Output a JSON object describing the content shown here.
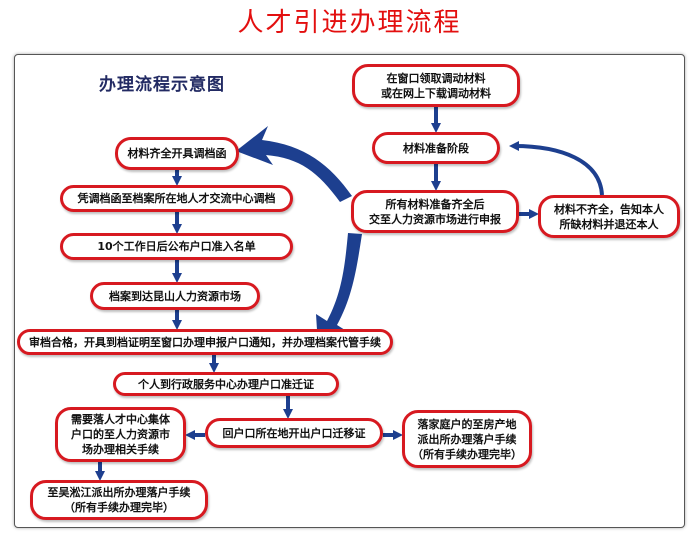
{
  "header": {
    "title": "人才引进办理流程"
  },
  "diagram": {
    "subtitle": "办理流程示意图",
    "nodes": {
      "n1": "在窗口领取调动材料\n或在网上下载调动材料",
      "n2": "材料准备阶段",
      "n3": "所有材料准备齐全后\n交至人力资源市场进行申报",
      "n4": "材料不齐全，告知本人\n所缺材料并退还本人",
      "n5": "材料齐全开具调档函",
      "n6": "凭调档函至档案所在地人才交流中心调档",
      "n7": "10个工作日后公布户口准入名单",
      "n8": "档案到达昆山人力资源市场",
      "n9": "审档合格，开具到档证明至窗口办理申报户口通知，并办理档案代管手续",
      "n10": "个人到行政服务中心办理户口准迁证",
      "n11": "需要落人才中心集体\n户口的至人力资源市\n场办理相关手续",
      "n12": "回户口所在地开出户口迁移证",
      "n13": "落家庭户的至房产地\n派出所办理落户手续\n（所有手续办理完毕）",
      "n14": "至吴淞江派出所办理落户手续\n（所有手续办理完毕）"
    },
    "colors": {
      "border": "#d71920",
      "arrow": "#1d3f8f",
      "title": "#e30f0f",
      "subtitle": "#222a63"
    }
  }
}
